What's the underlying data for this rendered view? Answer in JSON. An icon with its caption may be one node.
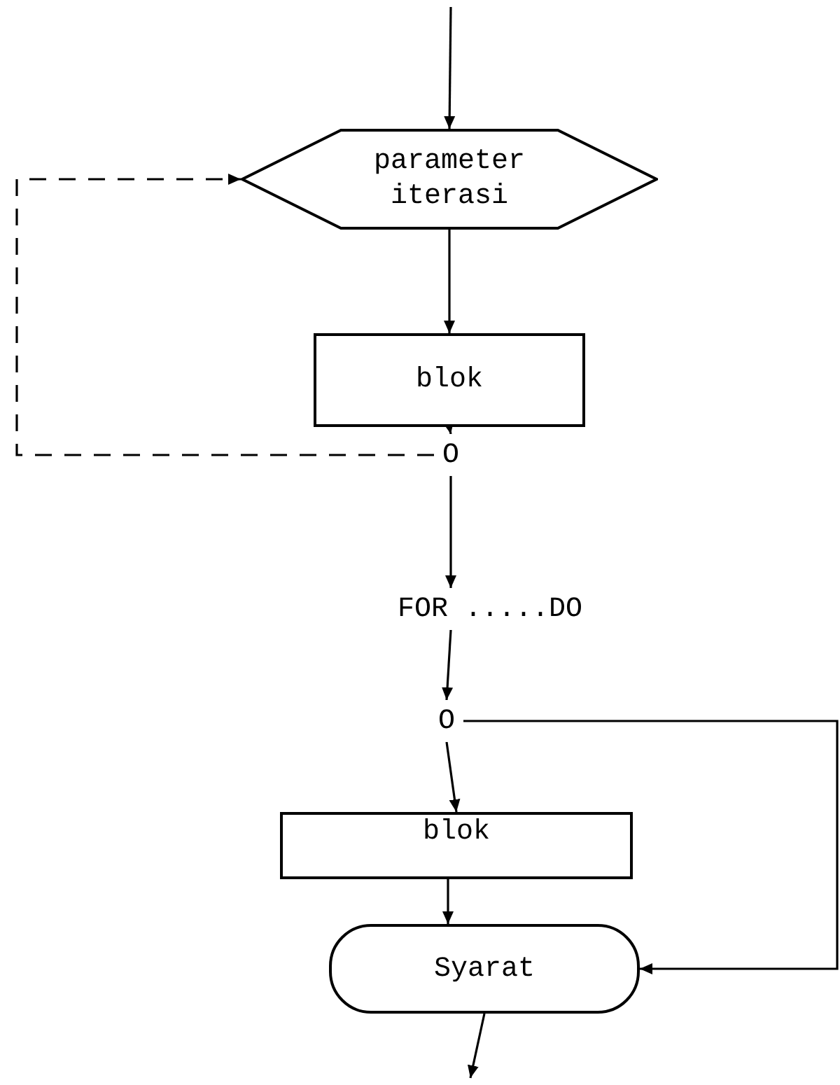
{
  "diagram": {
    "nodes": [
      {
        "text": [
          "parameter iterasi"
        ]
      },
      {
        "text": [
          "blok"
        ]
      },
      {
        "text": [
          "O"
        ]
      },
      {
        "text": [
          "FOR .....DO"
        ]
      },
      {
        "text": [
          "O"
        ]
      },
      {
        "text": [
          "blok"
        ]
      },
      {
        "text": [
          "Syarat"
        ]
      }
    ],
    "edges": [
      {
        "from": null,
        "to": 0,
        "arrow": "to"
      },
      {
        "from": 0,
        "to": 1,
        "arrow": "to"
      },
      {
        "from": 1,
        "to": 2,
        "arrow": "to"
      },
      {
        "from": 2,
        "to": 0,
        "arrow": "to",
        "style": "dashed"
      },
      {
        "from": 2,
        "to": 3,
        "arrow": "to"
      },
      {
        "from": 3,
        "to": 4,
        "arrow": "to"
      },
      {
        "from": 4,
        "to": 5,
        "arrow": "to"
      },
      {
        "from": 5,
        "to": 6,
        "arrow": "to"
      },
      {
        "from": 4,
        "to": 6,
        "arrow": "to"
      },
      {
        "from": 6,
        "to": null,
        "arrow": "to"
      }
    ]
  }
}
